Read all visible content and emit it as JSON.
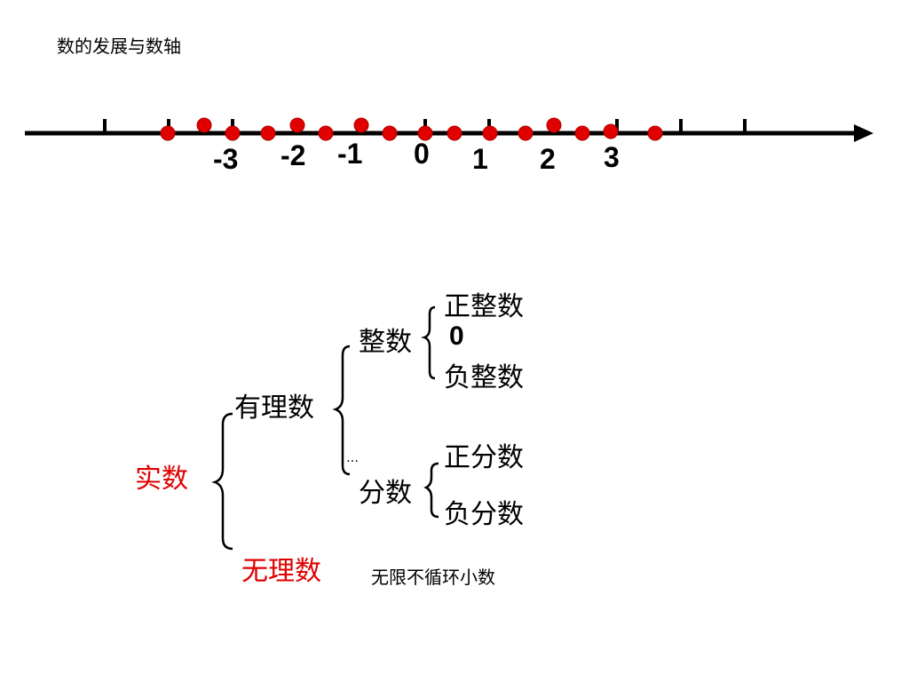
{
  "slide": {
    "title": "数的发展与数轴"
  },
  "number_line": {
    "tick_labels": [
      "-3",
      "-2",
      "-1",
      "0",
      "1",
      "2",
      "3"
    ],
    "point_color": "#e00000",
    "line_color": "#000000"
  },
  "classification": {
    "root": "实数",
    "rational": "有理数",
    "integer": "整数",
    "positive_integer": "正整数",
    "zero": "0",
    "negative_integer": "负整数",
    "fraction": "分数",
    "positive_fraction": "正分数",
    "negative_fraction": "负分数",
    "ellipsis": "…",
    "irrational": "无理数",
    "irrational_note": "无限不循环小数",
    "highlight_color": "#e00000"
  }
}
